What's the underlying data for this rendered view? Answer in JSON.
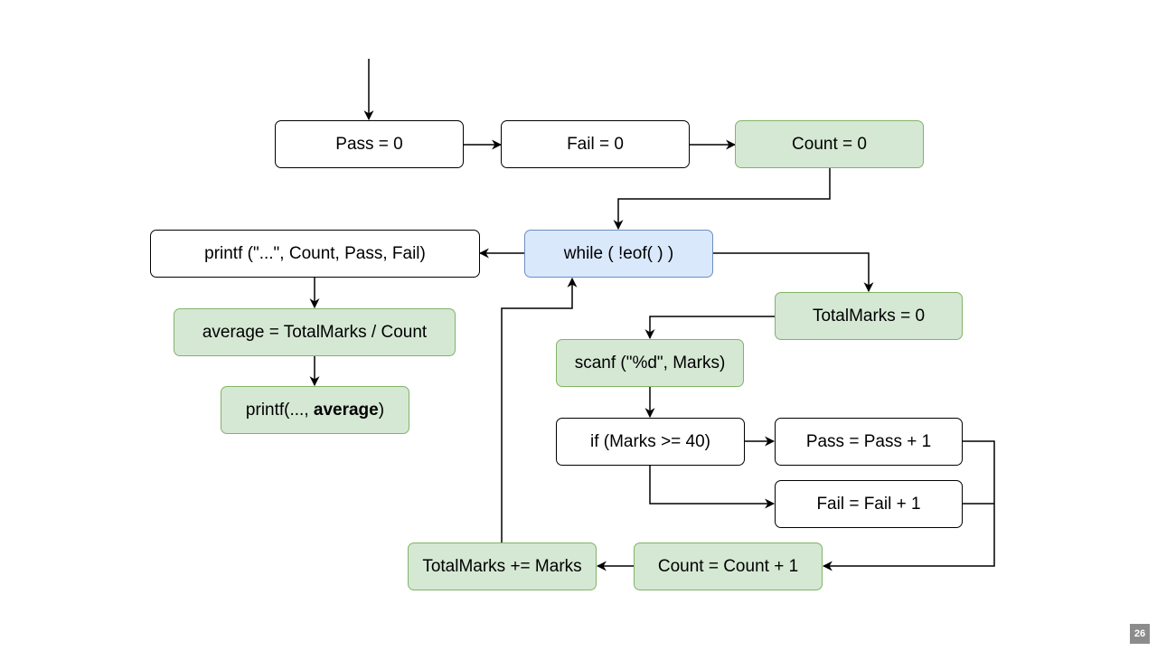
{
  "nodes": {
    "pass_init": "Pass = 0",
    "fail_init": "Fail = 0",
    "count_init": "Count = 0",
    "while_loop": "while ( !eof( ) )",
    "printf_summary": "printf (\"...\", Count, Pass, Fail)",
    "average_calc": "average = TotalMarks / Count",
    "printf_average_prefix": "printf(..., ",
    "printf_average_bold": "average",
    "printf_average_suffix": ")",
    "totalmarks_init": "TotalMarks = 0",
    "scanf": "scanf (\"%d\", Marks)",
    "if_marks": "if (Marks >= 40)",
    "pass_increment": "Pass = Pass + 1",
    "fail_increment": "Fail = Fail + 1",
    "count_increment": "Count = Count + 1",
    "totalmarks_accumulate": "TotalMarks += Marks"
  },
  "colors": {
    "process_fill": "#ffffff",
    "highlight_fill": "#d5e8d4",
    "highlight_border": "#82b366",
    "loop_fill": "#dae8fc",
    "loop_border": "#6c8ebf"
  },
  "page_number": "26"
}
